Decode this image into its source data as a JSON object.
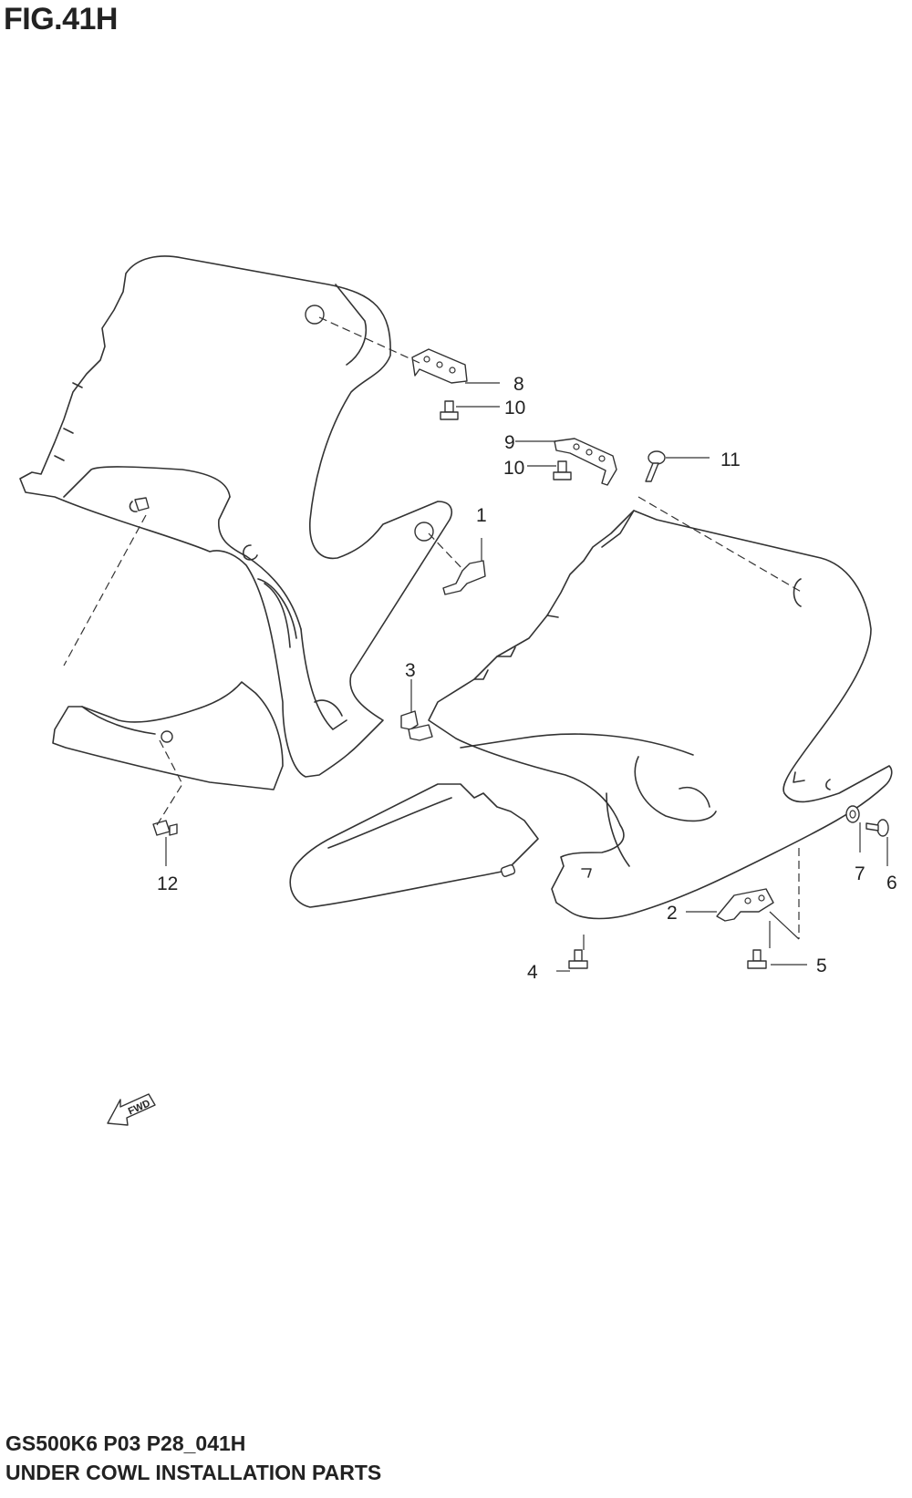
{
  "figure": {
    "title": "FIG.41H",
    "model_code": "GS500K6 P03 P28_041H",
    "name": "UNDER COWL INSTALLATION PARTS"
  },
  "callouts": [
    "1",
    "2",
    "3",
    "4",
    "5",
    "6",
    "7",
    "8",
    "9",
    "10",
    "10",
    "11",
    "12"
  ],
  "fwd_label": "FWD"
}
